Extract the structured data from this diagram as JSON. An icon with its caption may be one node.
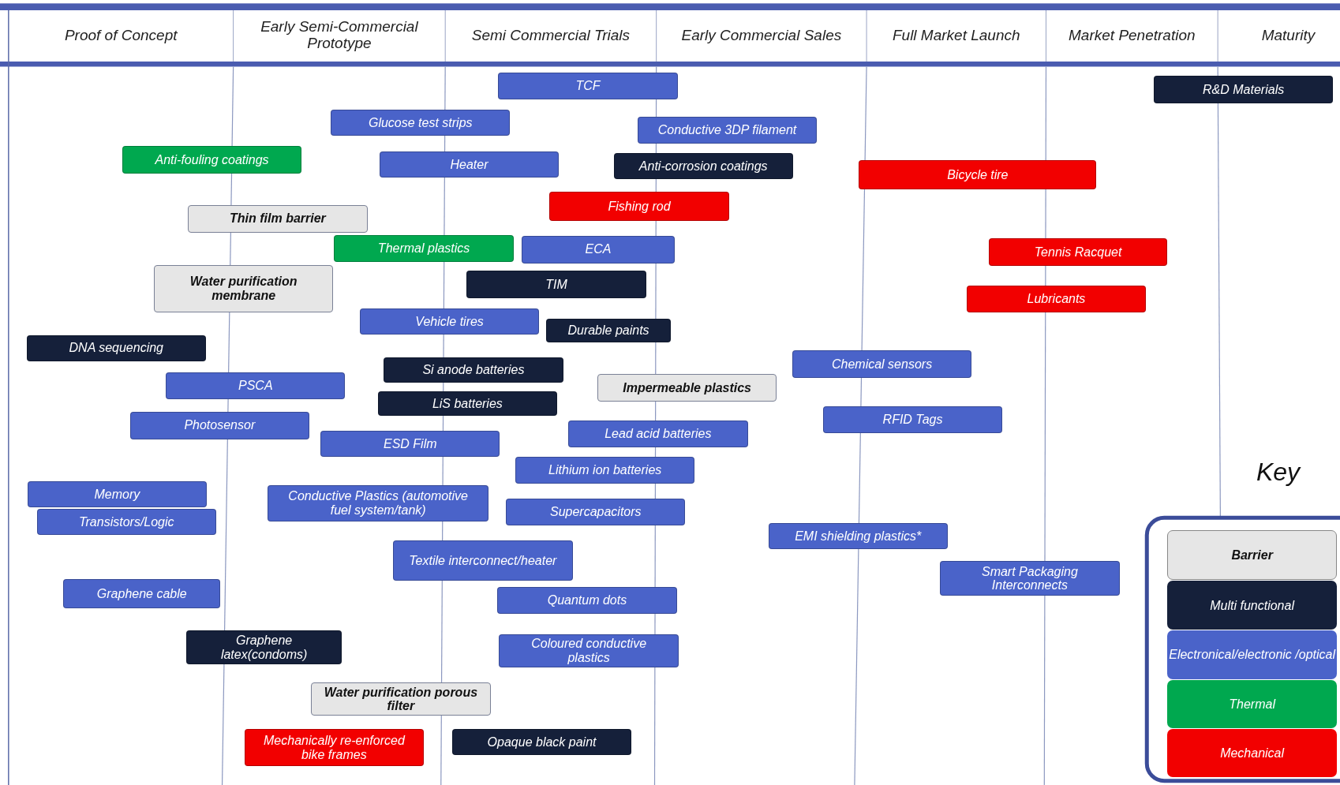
{
  "diagram": {
    "nodes": [
      {
        "text": [
          "TCF"
        ]
      },
      {
        "text": [
          "R&D Materials"
        ]
      },
      {
        "text": [
          "Glucose test strips"
        ]
      },
      {
        "text": [
          "Conductive 3DP filament"
        ]
      },
      {
        "text": [
          "Anti-fouling coatings"
        ]
      },
      {
        "text": [
          "Heater"
        ]
      },
      {
        "text": [
          "Anti-corrosion coatings"
        ]
      },
      {
        "text": [
          "Bicycle tire"
        ]
      },
      {
        "text": [
          "Fishing rod"
        ]
      },
      {
        "text": [
          "Thin film barrier"
        ]
      },
      {
        "text": [
          "Thermal plastics"
        ]
      },
      {
        "text": [
          "ECA"
        ]
      },
      {
        "text": [
          "Tennis  Racquet"
        ]
      },
      {
        "text": [
          "Water purification membrane"
        ]
      },
      {
        "text": [
          "TIM"
        ]
      },
      {
        "text": [
          "Lubricants"
        ]
      },
      {
        "text": [
          "Vehicle tires"
        ]
      },
      {
        "text": [
          "Durable paints"
        ]
      },
      {
        "text": [
          "DNA sequencing"
        ]
      },
      {
        "text": [
          "Chemical sensors"
        ]
      },
      {
        "text": [
          "Si anode batteries"
        ]
      },
      {
        "text": [
          "PSCA"
        ]
      },
      {
        "text": [
          "Impermeable plastics"
        ]
      },
      {
        "text": [
          "LiS batteries"
        ]
      },
      {
        "text": [
          "Photosensor"
        ]
      },
      {
        "text": [
          "RFID Tags"
        ]
      },
      {
        "text": [
          "Lead acid batteries"
        ]
      },
      {
        "text": [
          "ESD Film"
        ]
      },
      {
        "text": [
          "Lithium ion batteries"
        ]
      },
      {
        "text": [
          "Memory"
        ]
      },
      {
        "text": [
          "Conductive Plastics (automotive fuel system/tank)"
        ]
      },
      {
        "text": [
          "Transistors/Logic"
        ]
      },
      {
        "text": [
          "Supercapacitors"
        ]
      },
      {
        "text": [
          "EMI shielding plastics*"
        ]
      },
      {
        "text": [
          "Textile interconnect/heater"
        ]
      },
      {
        "text": [
          "Smart Packaging Interconnects"
        ]
      },
      {
        "text": [
          "Graphene cable"
        ]
      },
      {
        "text": [
          "Quantum dots"
        ]
      },
      {
        "text": [
          "Graphene latex(condoms)"
        ]
      },
      {
        "text": [
          "Coloured conductive plastics"
        ]
      },
      {
        "text": [
          "Water purification porous filter"
        ]
      },
      {
        "text": [
          "Mechanically re-enforced bike frames"
        ]
      },
      {
        "text": [
          "Opaque black paint"
        ]
      }
    ],
    "labels": [
      "Proof of Concept",
      "Early Semi-Commercial Prototype",
      "Semi Commercial Trials",
      "Early Commercial Sales",
      "Full Market Launch",
      "Market Penetration",
      "Maturity",
      "Key"
    ],
    "legend": [
      {
        "text": "Barrier",
        "color": "#e6e6e6"
      },
      {
        "text": "Multi functional",
        "color": "#15203a"
      },
      {
        "text": "Electronical/electronic /optical",
        "color": "#4a63c9"
      },
      {
        "text": "Thermal",
        "color": "#00a84f"
      },
      {
        "text": "Mechanical",
        "color": "#f20000"
      }
    ]
  }
}
